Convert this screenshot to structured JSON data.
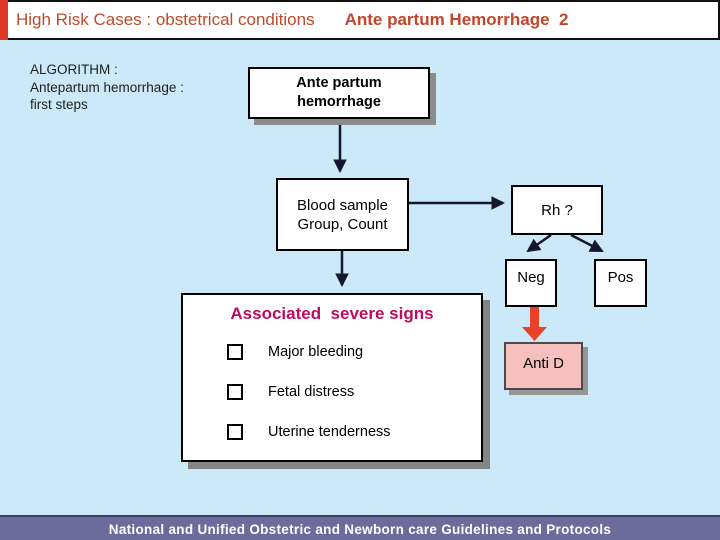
{
  "slide": {
    "header": {
      "title_normal": "High Risk Cases : obstetrical conditions",
      "title_bold": "Ante partum Hemorrhage  2"
    },
    "caption_lines": {
      "line1": "ALGORITHM :",
      "line2": "Antepartum hemorrhage :",
      "line3": "first steps"
    },
    "flowchart": {
      "start_box": {
        "line1": "Ante partum",
        "line2": "hemorrhage"
      },
      "blood_box": {
        "line1": "Blood sample",
        "line2": "Group, Count"
      },
      "rh_box": {
        "label": "Rh ?"
      },
      "neg_box": {
        "label": "Neg"
      },
      "pos_box": {
        "label": "Pos"
      },
      "anti_d_box": {
        "label": "Anti D"
      },
      "signs_box": {
        "title": "Associated  severe signs",
        "items": [
          "Major bleeding",
          "Fetal distress",
          "Uterine tenderness"
        ]
      }
    },
    "footer": {
      "text": "National and Unified Obstetric and Newborn care Guidelines and Protocols"
    },
    "colors": {
      "background": "#CCE9FA",
      "header_text": "#BE4B2A",
      "red_corner_bar": "#DD3927",
      "signs_title": "#BE0B5F",
      "red_arrow": "#E8432A",
      "anti_d_fill": "#F6C0BE",
      "footer_bg": "#6C6C9C",
      "box_shadow": "#8C8C8C",
      "connector": "#15152E"
    }
  }
}
